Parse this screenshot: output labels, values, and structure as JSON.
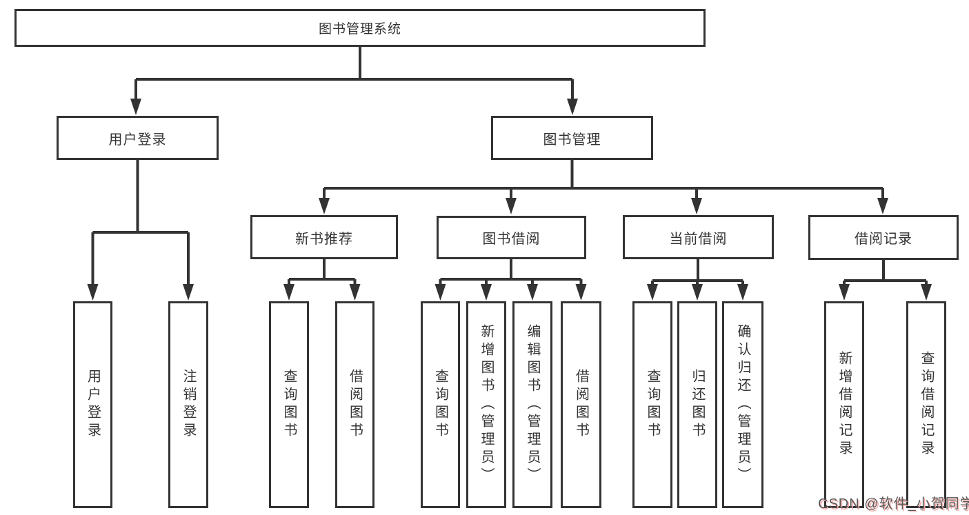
{
  "tree": {
    "root": {
      "label": "图书管理系统"
    },
    "branches": [
      {
        "label": "用户登录",
        "children": [
          {
            "label": "用户登录"
          },
          {
            "label": "注销登录"
          }
        ]
      },
      {
        "label": "图书管理",
        "children": [
          {
            "label": "新书推荐",
            "children": [
              {
                "label": "查询图书"
              },
              {
                "label": "借阅图书"
              }
            ]
          },
          {
            "label": "图书借阅",
            "children": [
              {
                "label": "查询图书"
              },
              {
                "label": "新增图书（管理员）"
              },
              {
                "label": "编辑图书（管理员）"
              },
              {
                "label": "借阅图书"
              }
            ]
          },
          {
            "label": "当前借阅",
            "children": [
              {
                "label": "查询图书"
              },
              {
                "label": "归还图书"
              },
              {
                "label": "确认归还（管理员）"
              }
            ]
          },
          {
            "label": "借阅记录",
            "children": [
              {
                "label": "新增借阅记录"
              },
              {
                "label": "查询借阅记录"
              }
            ]
          }
        ]
      }
    ]
  },
  "watermark": {
    "text": "CSDN @软件_小贺同学"
  },
  "colors": {
    "line": "#333333",
    "box_border": "#333333",
    "box_fill": "#ffffff",
    "background": "#ffffff",
    "text": "#333333",
    "watermark_text": "#595959",
    "watermark_shadow": "#f2aba6"
  }
}
